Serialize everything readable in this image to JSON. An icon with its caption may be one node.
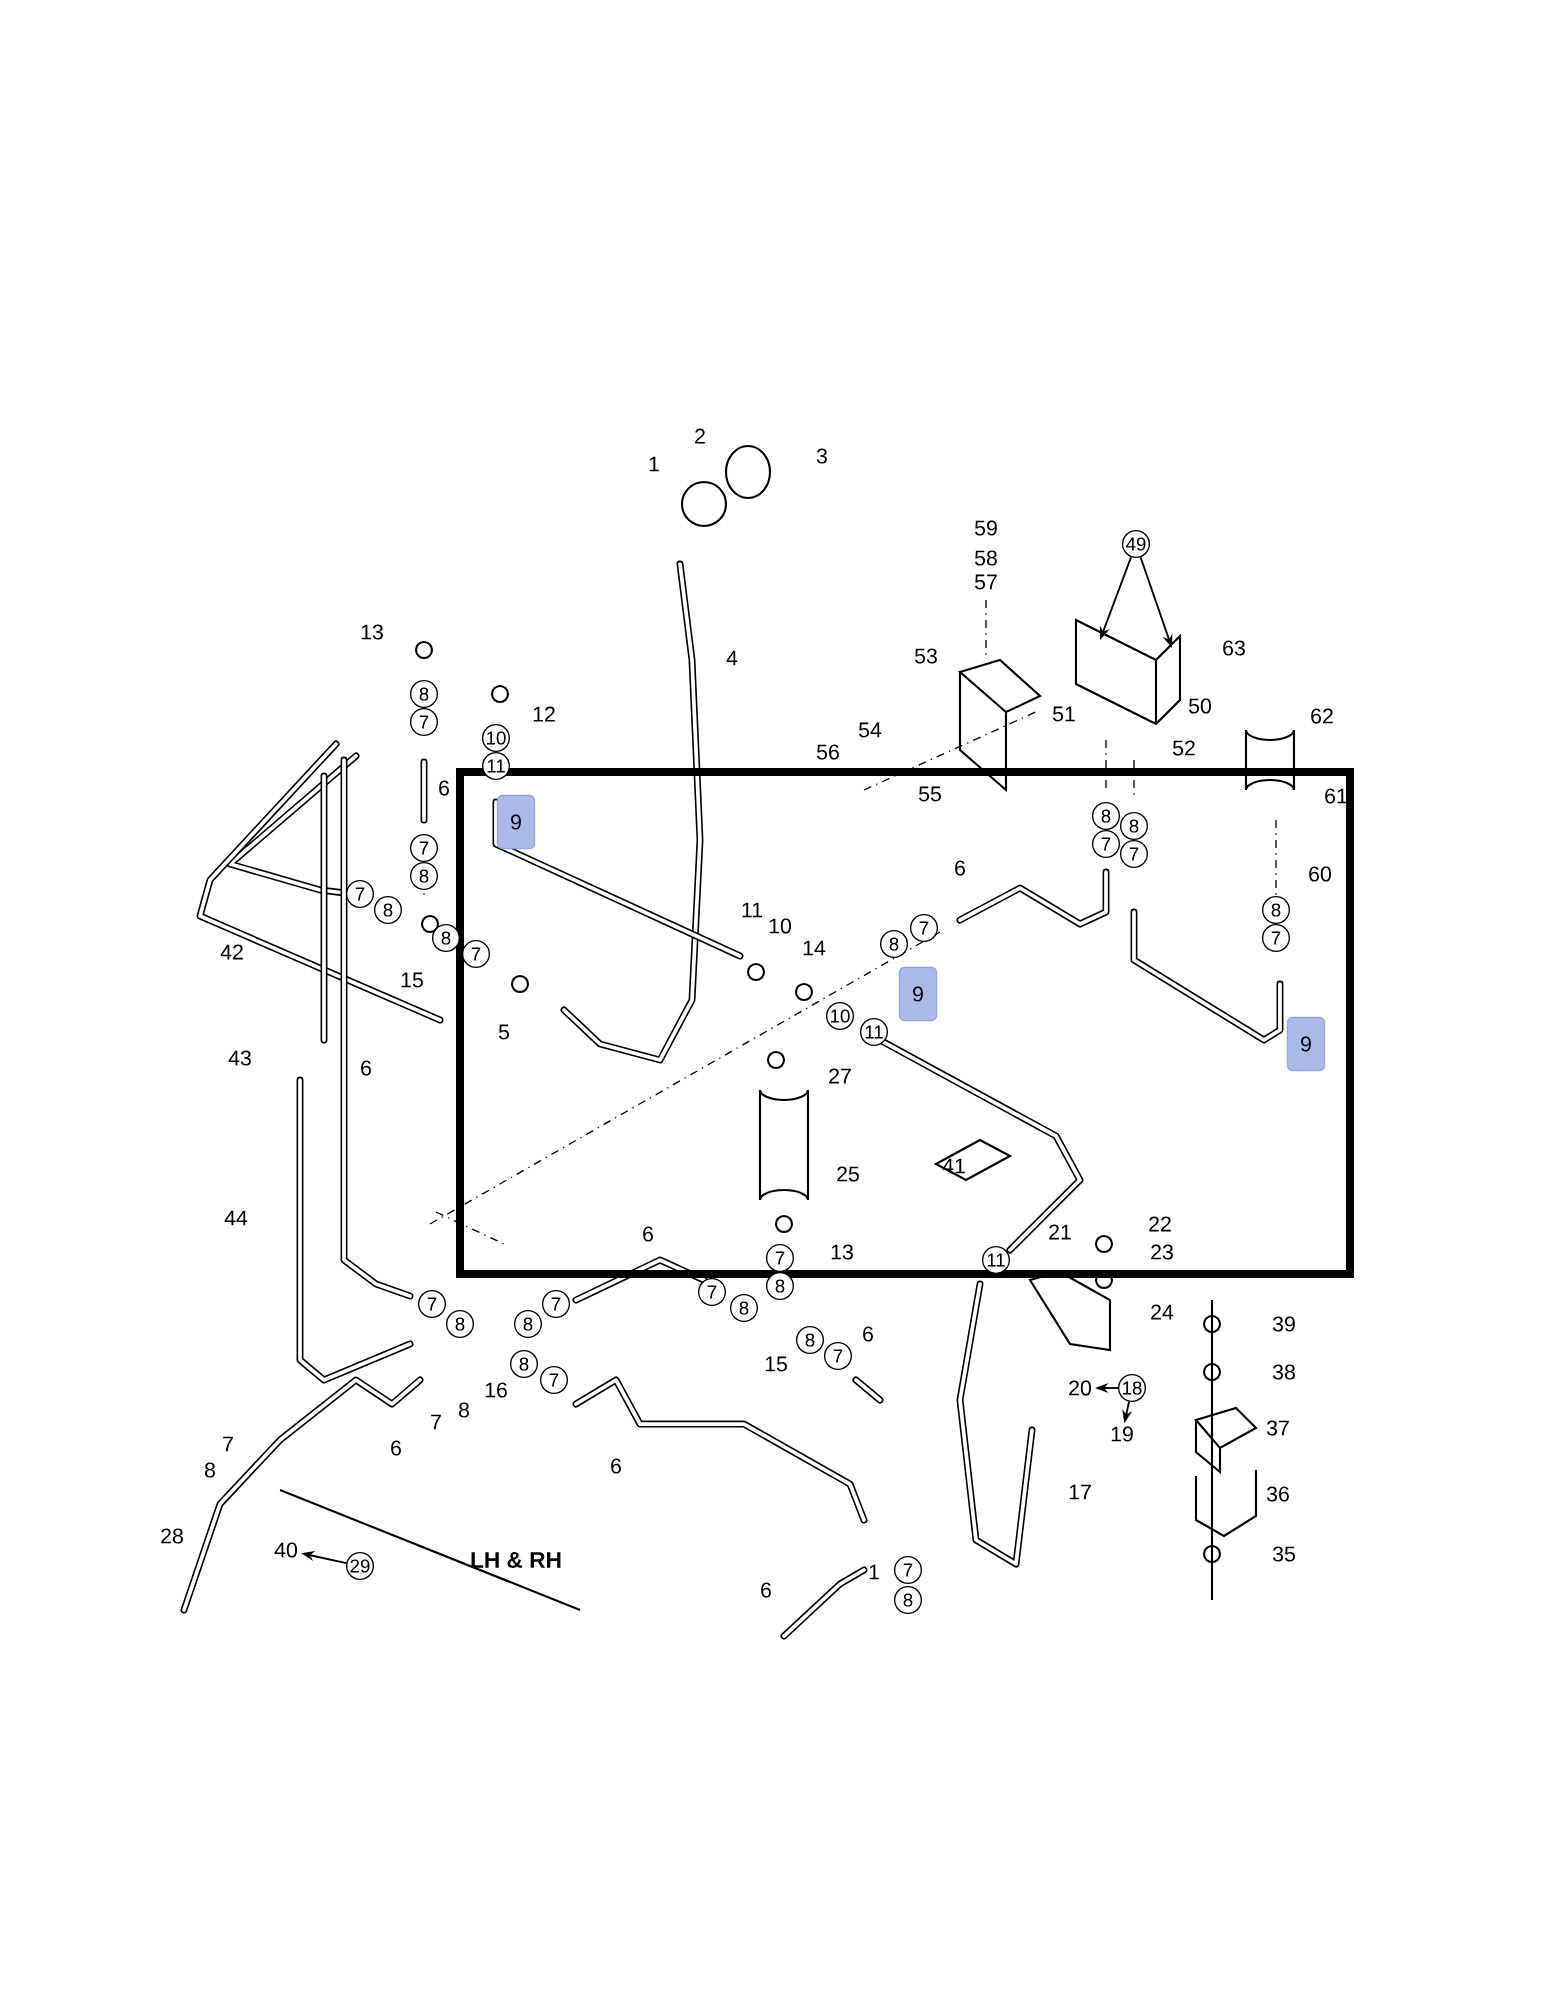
{
  "diagram": {
    "nodes": [
      {
        "text": [
          "49"
        ]
      },
      {
        "text": [
          "29"
        ]
      },
      {
        "text": [
          "40"
        ]
      },
      {
        "text": [
          "18"
        ]
      },
      {
        "text": [
          "20"
        ]
      },
      {
        "text": [
          "19"
        ]
      },
      {
        "text": [
          "9"
        ]
      },
      {
        "text": [
          "9"
        ]
      },
      {
        "text": [
          "9"
        ]
      },
      {
        "text": [
          "8"
        ]
      },
      {
        "text": [
          "7"
        ]
      },
      {
        "text": [
          "10"
        ]
      },
      {
        "text": [
          "11"
        ]
      },
      {
        "text": [
          "8"
        ]
      },
      {
        "text": [
          "8"
        ]
      },
      {
        "text": [
          "7"
        ]
      },
      {
        "text": [
          "7"
        ]
      },
      {
        "text": [
          "7"
        ]
      },
      {
        "text": [
          "8"
        ]
      },
      {
        "text": [
          "7"
        ]
      },
      {
        "text": [
          "8"
        ]
      },
      {
        "text": [
          "8"
        ]
      },
      {
        "text": [
          "7"
        ]
      },
      {
        "text": [
          "8"
        ]
      },
      {
        "text": [
          "8"
        ]
      },
      {
        "text": [
          "7"
        ]
      },
      {
        "text": [
          "7"
        ]
      },
      {
        "text": [
          "10"
        ]
      },
      {
        "text": [
          "11"
        ]
      },
      {
        "text": [
          "7"
        ]
      },
      {
        "text": [
          "11"
        ]
      },
      {
        "text": [
          "8"
        ]
      },
      {
        "text": [
          "7"
        ]
      },
      {
        "text": [
          "7"
        ]
      },
      {
        "text": [
          "8"
        ]
      },
      {
        "text": [
          "8"
        ]
      },
      {
        "text": [
          "8"
        ]
      },
      {
        "text": [
          "7"
        ]
      },
      {
        "text": [
          "8"
        ]
      },
      {
        "text": [
          "7"
        ]
      },
      {
        "text": [
          "8"
        ]
      },
      {
        "text": [
          "7"
        ]
      },
      {
        "text": [
          "7"
        ]
      },
      {
        "text": [
          "8"
        ]
      }
    ],
    "edges": [
      {
        "from": 0,
        "to": null,
        "arrow": "to"
      },
      {
        "from": 0,
        "to": null,
        "arrow": "to"
      },
      {
        "from": 1,
        "to": 2,
        "arrow": "to"
      },
      {
        "from": 3,
        "to": 4,
        "arrow": "to"
      },
      {
        "from": 3,
        "to": 5,
        "arrow": "to"
      }
    ],
    "labels": [
      "2",
      "3",
      "1",
      "59",
      "58",
      "57",
      "13",
      "63",
      "53",
      "4",
      "50",
      "12",
      "51",
      "62",
      "54",
      "56",
      "52",
      "6",
      "55",
      "61",
      "6",
      "60",
      "11",
      "10",
      "14",
      "42",
      "15",
      "5",
      "43",
      "6",
      "27",
      "41",
      "25",
      "44",
      "6",
      "21",
      "22",
      "13",
      "23",
      "24",
      "39",
      "6",
      "15",
      "38",
      "16",
      "8",
      "7",
      "37",
      "7",
      "6",
      "6",
      "8",
      "17",
      "36",
      "28",
      "35",
      "LH & RH",
      "1",
      "6"
    ]
  }
}
